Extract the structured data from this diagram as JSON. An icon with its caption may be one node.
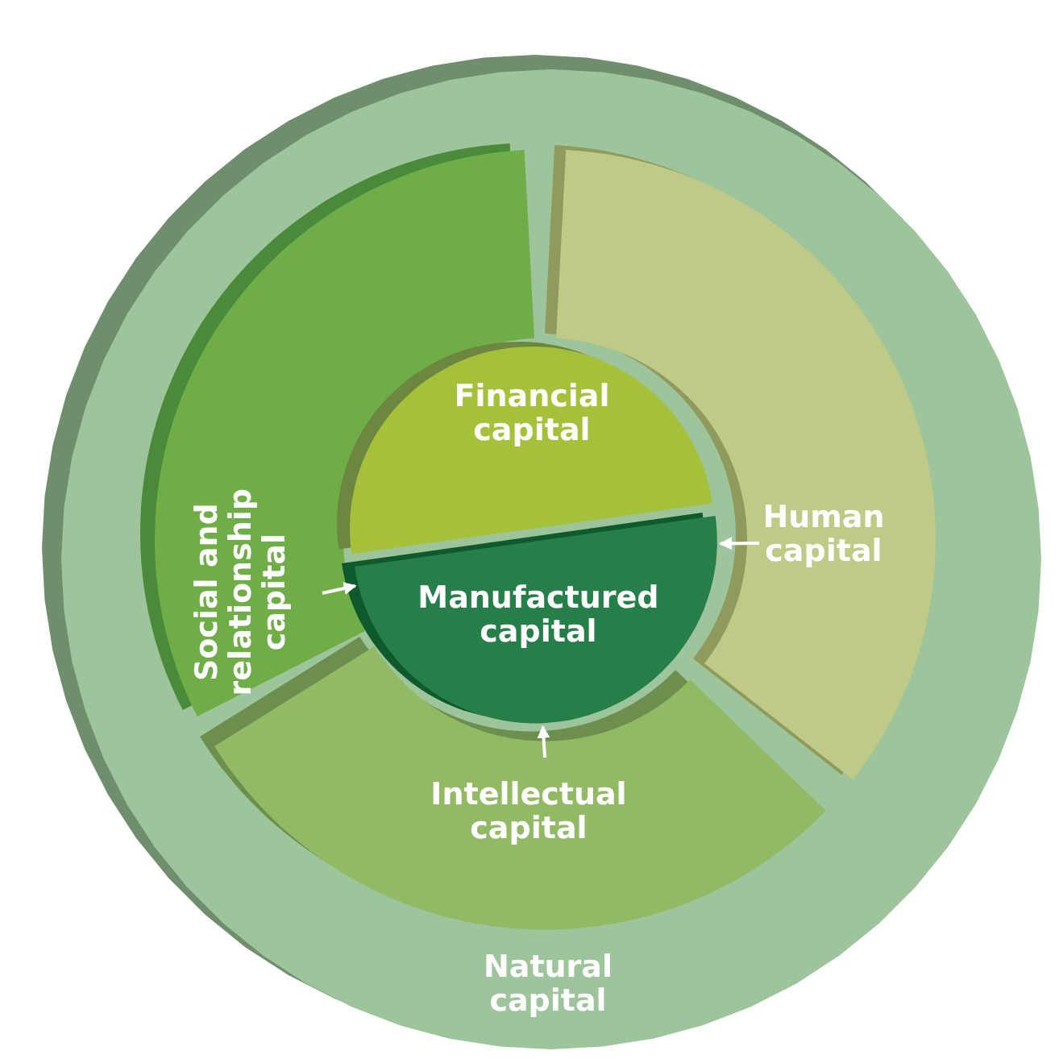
{
  "diagram": {
    "nodes": [
      {
        "text": [
          "Natural capital"
        ]
      },
      {
        "text": [
          "Social and relationship capital"
        ],
        "in": 0
      },
      {
        "text": [
          "Human capital"
        ],
        "in": 0
      },
      {
        "text": [
          "Intellectual capital"
        ],
        "in": 0
      },
      {
        "text": [
          "Financial capital"
        ],
        "in": 0
      },
      {
        "text": [
          "Manufactured capital"
        ],
        "in": 0
      }
    ],
    "edges": [
      {
        "from": 2,
        "to": 5,
        "arrow": "to"
      },
      {
        "from": 1,
        "to": 5,
        "arrow": "to"
      },
      {
        "from": 3,
        "to": 5,
        "arrow": "to"
      }
    ]
  }
}
